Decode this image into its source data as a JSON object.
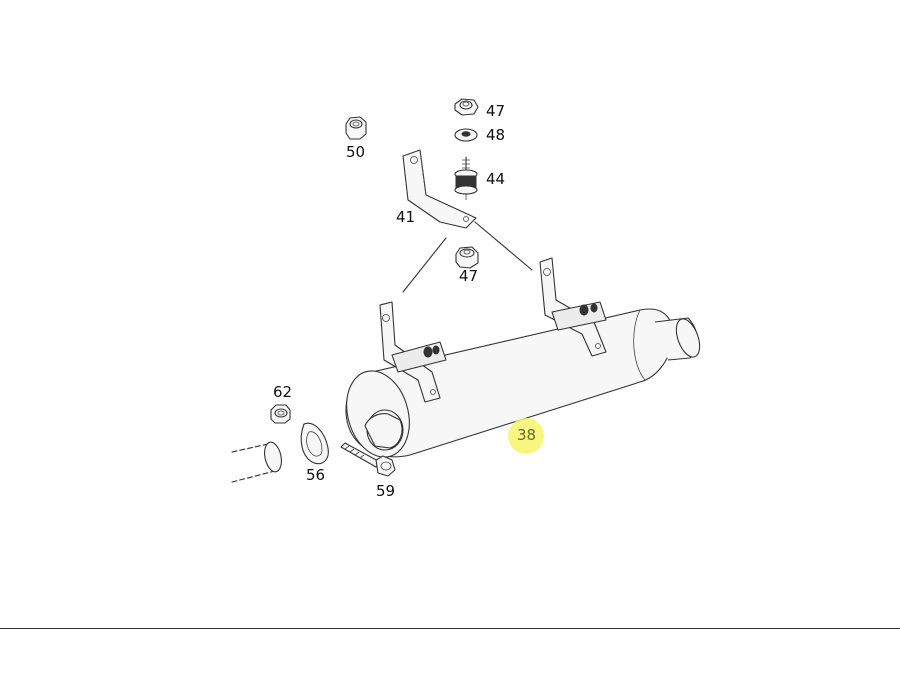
{
  "diagram": {
    "parts": [
      {
        "id": "p47a",
        "number": "47"
      },
      {
        "id": "p48",
        "number": "48"
      },
      {
        "id": "p44",
        "number": "44"
      },
      {
        "id": "p50",
        "number": "50"
      },
      {
        "id": "p41",
        "number": "41"
      },
      {
        "id": "p47b",
        "number": "47"
      },
      {
        "id": "p62",
        "number": "62"
      },
      {
        "id": "p56",
        "number": "56"
      },
      {
        "id": "p59",
        "number": "59"
      },
      {
        "id": "p38",
        "number": "38",
        "highlighted": true
      }
    ],
    "highlight_color": "#f4f56a"
  }
}
